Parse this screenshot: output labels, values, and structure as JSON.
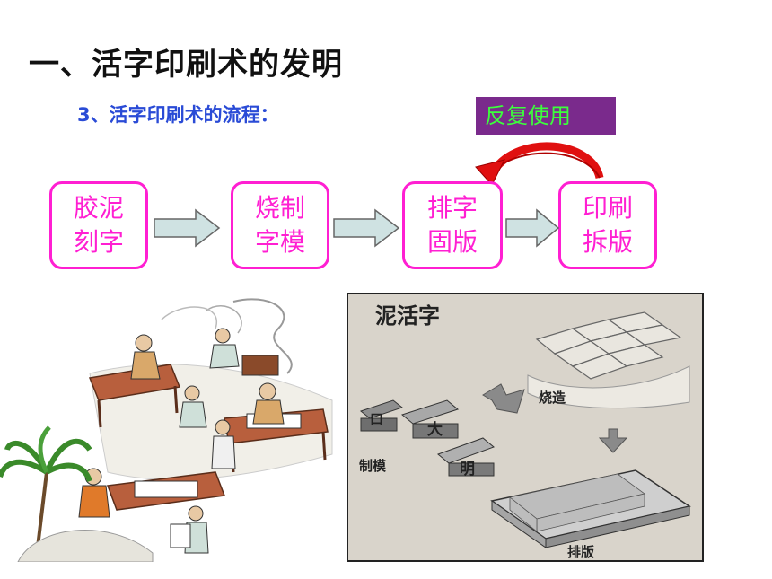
{
  "heading": "一、活字印刷术的发明",
  "subheading": "3、活字印刷术的流程：",
  "repeat_use": "反复使用",
  "steps": [
    {
      "line1": "胶泥",
      "line2": "刻字"
    },
    {
      "line1": "烧制",
      "line2": "字模"
    },
    {
      "line1": "排字",
      "line2": "固版"
    },
    {
      "line1": "印刷",
      "line2": "拆版"
    }
  ],
  "figure": {
    "title": "泥活字",
    "label_fire": "烧造",
    "label_mold": "制模",
    "label_typeset": "排版",
    "char_big": "大",
    "char_moon": "明",
    "char_small": "口"
  },
  "colors": {
    "accent_pink": "#ff1fd2",
    "subtitle_blue": "#2a4bd6",
    "repeat_bg": "#7a2a8c",
    "repeat_text": "#3cff3c",
    "curve_red": "#e01010"
  }
}
